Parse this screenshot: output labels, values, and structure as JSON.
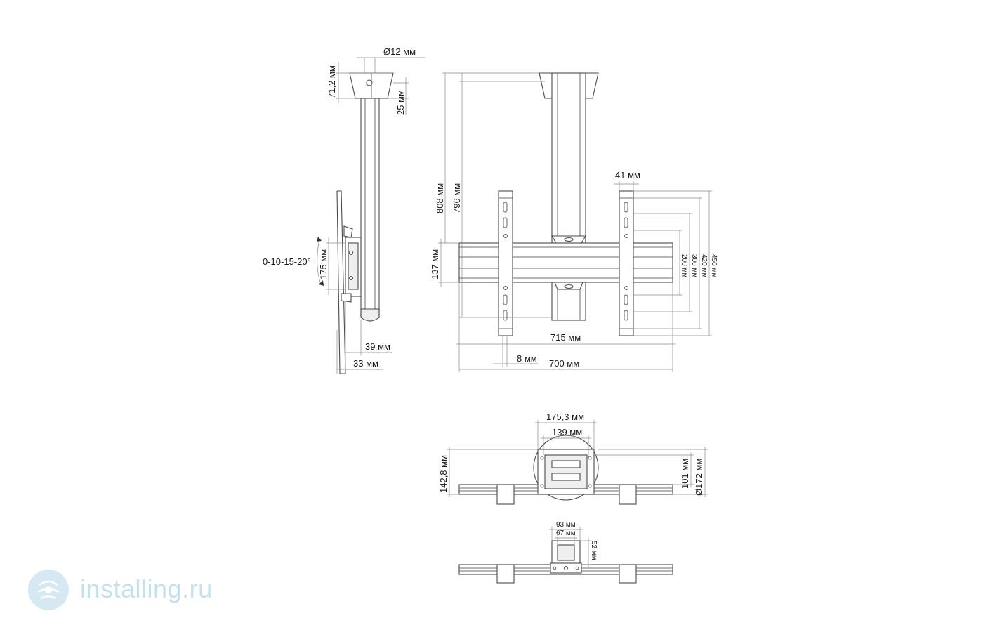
{
  "side_view": {
    "pin_diameter": "Ø12 мм",
    "cap_height": "71,2 мм",
    "pin_offset": "25 мм",
    "tilt_angles": "0-10-15-20°",
    "bracket_height": "175 мм",
    "depth_inner": "39 мм",
    "depth_outer": "33 мм"
  },
  "front_view": {
    "height_max": "808 мм",
    "height_min": "796 мм",
    "rail_height": "137 мм",
    "arm_width": "41 мм",
    "vesa_450": "450 мм",
    "vesa_420": "420 мм",
    "vesa_300": "300 мм",
    "vesa_200": "200 мм",
    "rail_length": "715 мм",
    "slot_offset": "8 мм",
    "overall_width": "700 мм"
  },
  "top_view": {
    "plate_outer": "175,3 мм",
    "plate_inner": "139 мм",
    "depth": "142,8 мм",
    "bolt_spacing": "101 мм",
    "circle_diameter": "Ø172 мм"
  },
  "bottom_view": {
    "plate_outer": "93 мм",
    "plate_inner": "67 мм",
    "plate_height": "52 мм"
  },
  "watermark": {
    "text": "installing.ru",
    "icon": "globe-logo-icon"
  }
}
